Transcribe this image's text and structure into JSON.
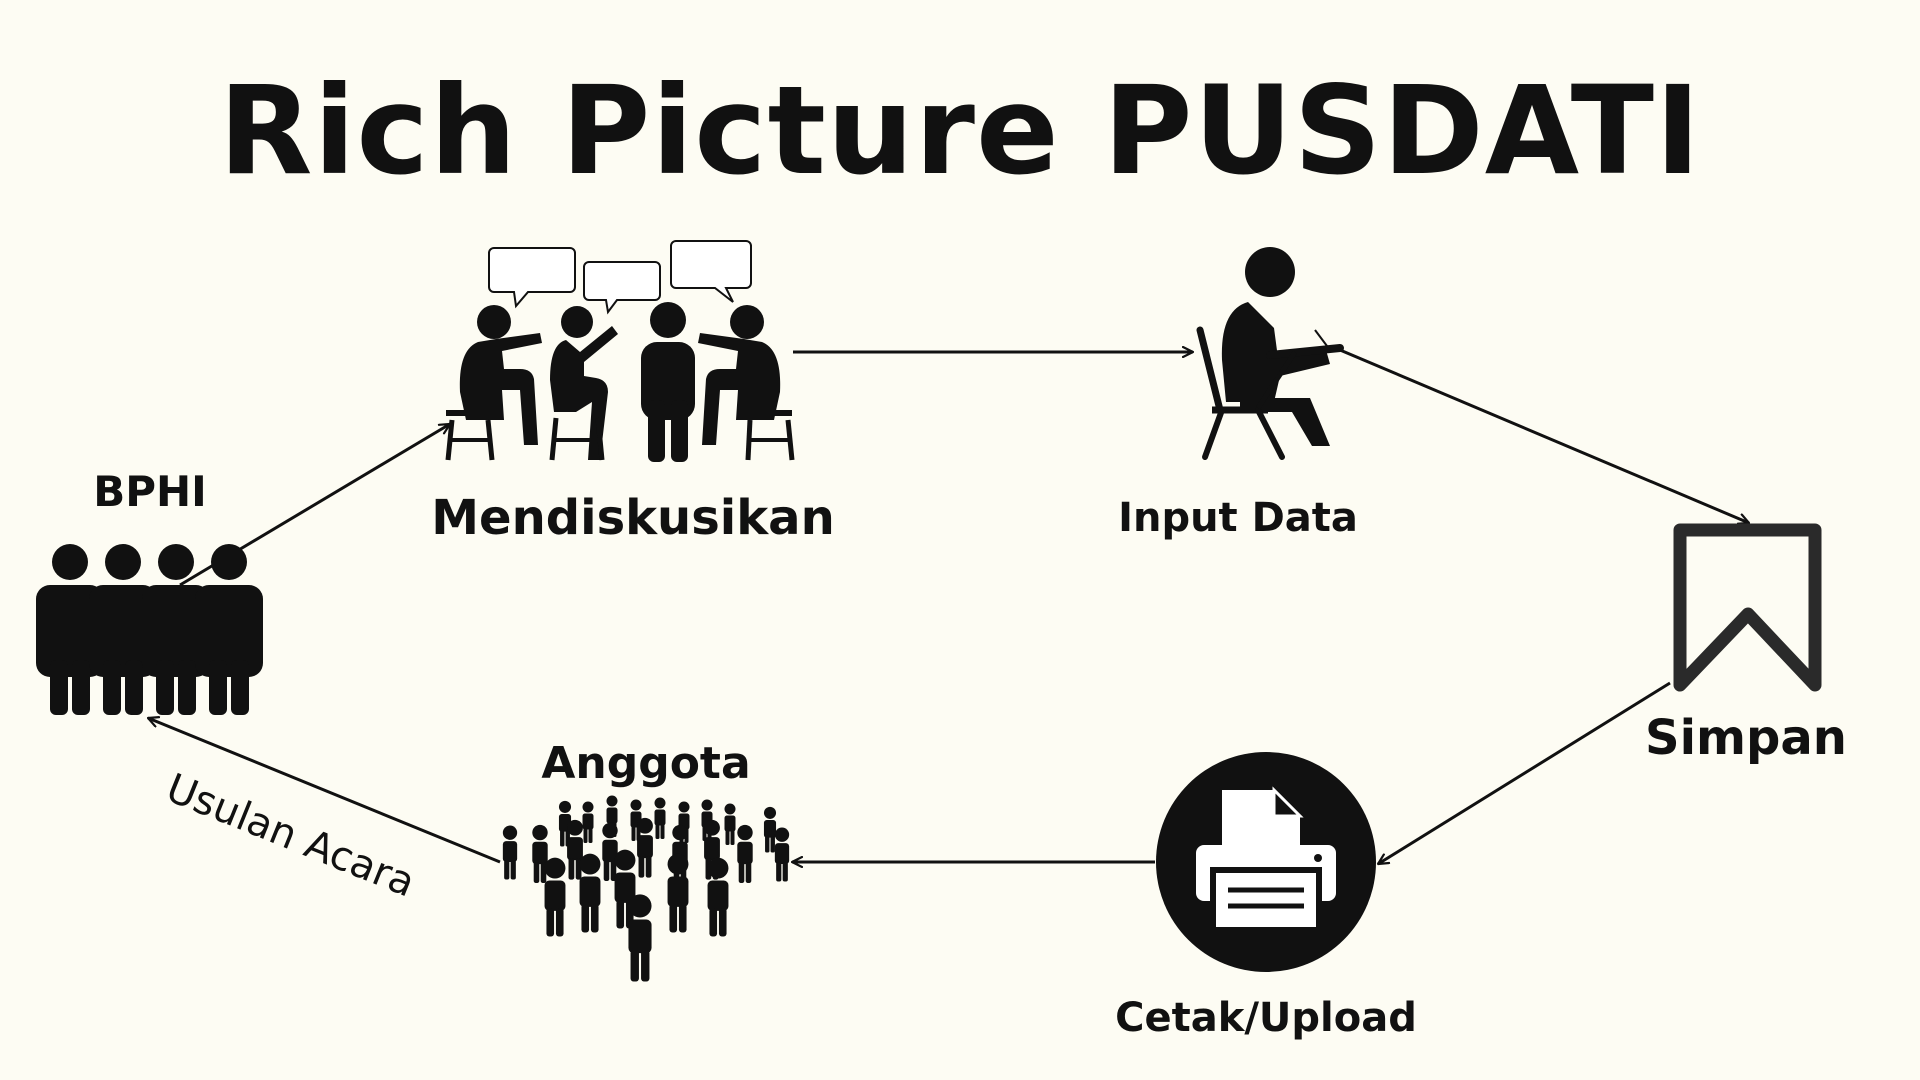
{
  "colors": {
    "background": "#fdfcf3",
    "ink": "#111111",
    "bookmark": "#2a2a2a"
  },
  "diagram": {
    "title": "Rich Picture PUSDATI",
    "nodes": {
      "bphi": {
        "label": "BPHI",
        "icon": "people-group-icon"
      },
      "mendiskusikan": {
        "label": "Mendiskusikan",
        "icon": "discussion-group-icon"
      },
      "input_data": {
        "label": "Input Data",
        "icon": "person-writing-at-desk-icon"
      },
      "simpan": {
        "label": "Simpan",
        "icon": "bookmark-icon"
      },
      "cetak_upload": {
        "label": "Cetak/Upload",
        "icon": "printer-icon"
      },
      "anggota": {
        "label": "Anggota",
        "icon": "crowd-icon"
      }
    },
    "edges": [
      {
        "from": "bphi",
        "to": "mendiskusikan",
        "label": ""
      },
      {
        "from": "mendiskusikan",
        "to": "input_data",
        "label": ""
      },
      {
        "from": "input_data",
        "to": "simpan",
        "label": ""
      },
      {
        "from": "simpan",
        "to": "cetak_upload",
        "label": ""
      },
      {
        "from": "cetak_upload",
        "to": "anggota",
        "label": ""
      },
      {
        "from": "anggota",
        "to": "bphi",
        "label": "Usulan Acara"
      }
    ]
  }
}
